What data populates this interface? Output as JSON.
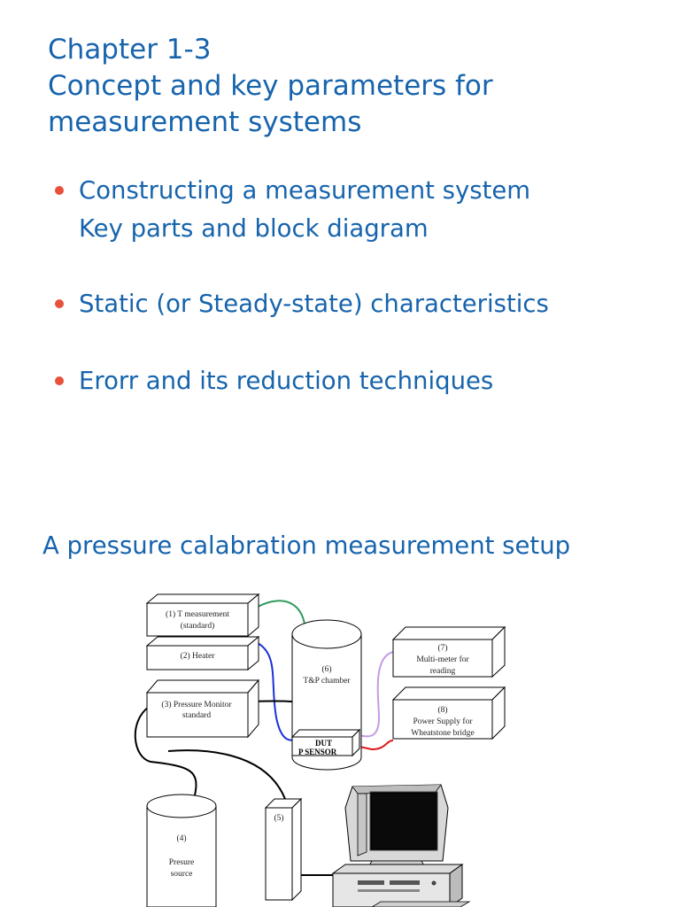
{
  "title": {
    "line1": "Chapter 1-3",
    "line2": "Concept and key parameters for",
    "line3": "measurement systems"
  },
  "bullets": [
    {
      "lines": [
        "Constructing a measurement system",
        "Key parts and block diagram"
      ]
    },
    {
      "lines": [
        "Static (or Steady-state) characteristics"
      ]
    },
    {
      "lines": [
        "Erorr and its reduction techniques"
      ]
    }
  ],
  "subtitle": "A pressure calabration measurement setup",
  "diagram": {
    "box1": [
      "(1) T measurement",
      "(standard)"
    ],
    "box2": [
      "(2) Heater"
    ],
    "box3": [
      "(3) Pressure Monitor",
      "standard"
    ],
    "box4": [
      "(4)",
      "Presure",
      "source"
    ],
    "box5": [
      "(5)"
    ],
    "box6": [
      "(6)",
      "T&P chamber"
    ],
    "box7": [
      "(7)",
      "Multi-meter for",
      "reading"
    ],
    "box8": [
      "(8)",
      "Power Supply for",
      "Wheatstone bridge"
    ],
    "dut": [
      "DUT",
      "P SENSOR"
    ],
    "colors": {
      "accent_text": "#1764ad",
      "bullet": "#e8503a",
      "wire_green": "#2e9a5a",
      "wire_blue": "#1a33d6",
      "wire_purple": "#c49ae6",
      "wire_red": "#e01818",
      "wire_black": "#000000"
    }
  }
}
